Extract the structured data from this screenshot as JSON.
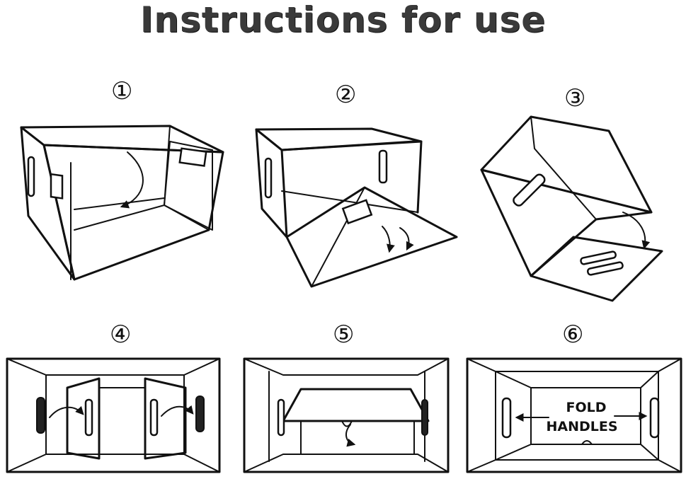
{
  "title": "Instructions for use",
  "steps": [
    {
      "number": "①"
    },
    {
      "number": "②"
    },
    {
      "number": "③"
    },
    {
      "number": "④"
    },
    {
      "number": "⑤"
    },
    {
      "number": "⑥"
    }
  ],
  "step6_label": {
    "line1": "FOLD",
    "line2": "HANDLES"
  },
  "colors": {
    "ink": "#111111",
    "background": "#ffffff"
  }
}
